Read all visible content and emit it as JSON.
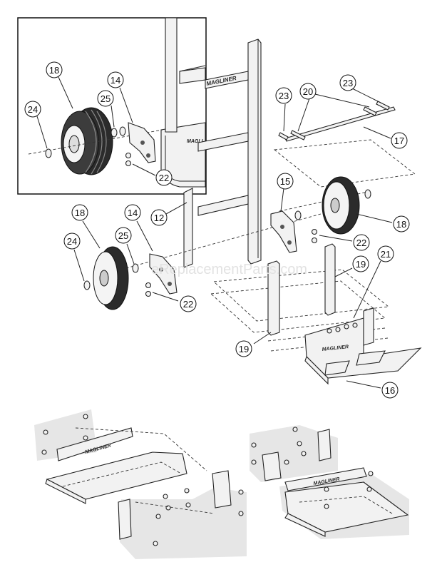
{
  "diagram": {
    "brand_text": "MAGLINER",
    "watermark": "eReplacementParts.com",
    "callouts": {
      "c24a": "24",
      "c18a": "18",
      "c25a": "25",
      "c14a": "14",
      "c22a": "22",
      "c12": "12",
      "c23a": "23",
      "c20": "20",
      "c23b": "23",
      "c17": "17",
      "c15": "15",
      "c18b": "18",
      "c22b": "22",
      "c18c": "18",
      "c14b": "14",
      "c24b": "24",
      "c25b": "25",
      "c22c": "22",
      "c19a": "19",
      "c21": "21",
      "c19b": "19",
      "c16": "16"
    }
  }
}
